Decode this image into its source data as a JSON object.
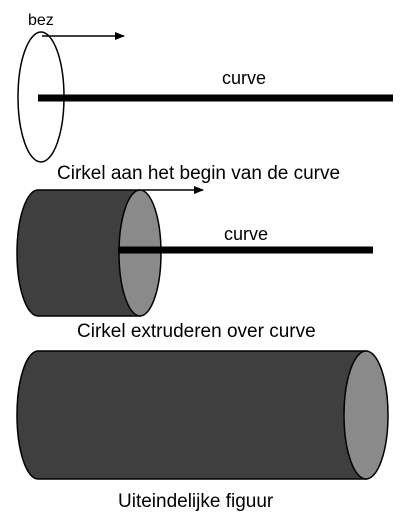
{
  "panels": [
    {
      "caption": "Cirkel aan het begin van de curve",
      "curve_label": "curve",
      "arrow_label": "bez"
    },
    {
      "caption": "Cirkel extruderen over curve",
      "curve_label": "curve"
    },
    {
      "caption": "Uiteindelijke figuur"
    }
  ],
  "colors": {
    "body": "#3f3f3f",
    "cap": "#8a8a8a",
    "line": "#000000",
    "background": "#ffffff"
  }
}
